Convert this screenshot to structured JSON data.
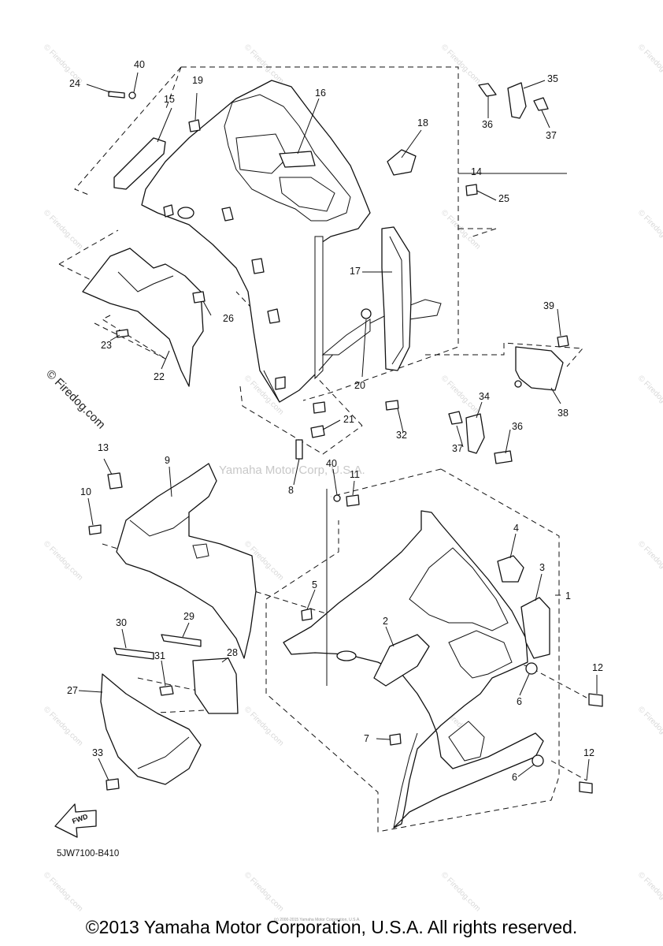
{
  "watermark_main": "Yamaha Motor Corp, U.S.A.",
  "watermark_small": "© Firedog.com",
  "watermark_side": "© Firedog.com",
  "figure_code": "5JW7100-B410",
  "fwd_label": "FWD",
  "copyright_small": "(c) 2000-2015 Yamaha Motor Corporation, U.S.A.",
  "copyright": "©2013 Yamaha Motor Corporation, U.S.A. All rights reserved.",
  "callouts": [
    {
      "id": "c40a",
      "text": "40"
    },
    {
      "id": "c24",
      "text": "24"
    },
    {
      "id": "c19",
      "text": "19"
    },
    {
      "id": "c15",
      "text": "15"
    },
    {
      "id": "c16",
      "text": "16"
    },
    {
      "id": "c18",
      "text": "18"
    },
    {
      "id": "c14",
      "text": "14"
    },
    {
      "id": "c35",
      "text": "35"
    },
    {
      "id": "c36a",
      "text": "36"
    },
    {
      "id": "c37a",
      "text": "37"
    },
    {
      "id": "c25",
      "text": "25"
    },
    {
      "id": "c17",
      "text": "17"
    },
    {
      "id": "c26",
      "text": "26"
    },
    {
      "id": "c23",
      "text": "23"
    },
    {
      "id": "c22",
      "text": "22"
    },
    {
      "id": "c39",
      "text": "39"
    },
    {
      "id": "c38",
      "text": "38"
    },
    {
      "id": "c20",
      "text": "20"
    },
    {
      "id": "c21",
      "text": "21"
    },
    {
      "id": "c32",
      "text": "32"
    },
    {
      "id": "c34",
      "text": "34"
    },
    {
      "id": "c36b",
      "text": "36"
    },
    {
      "id": "c37b",
      "text": "37"
    },
    {
      "id": "c8",
      "text": "8"
    },
    {
      "id": "c13",
      "text": "13"
    },
    {
      "id": "c9",
      "text": "9"
    },
    {
      "id": "c40b",
      "text": "40"
    },
    {
      "id": "c11",
      "text": "11"
    },
    {
      "id": "c10",
      "text": "10"
    },
    {
      "id": "c4",
      "text": "4"
    },
    {
      "id": "c3",
      "text": "3"
    },
    {
      "id": "c1",
      "text": "1"
    },
    {
      "id": "c5",
      "text": "5"
    },
    {
      "id": "c2",
      "text": "2"
    },
    {
      "id": "c30",
      "text": "30"
    },
    {
      "id": "c29",
      "text": "29"
    },
    {
      "id": "c28",
      "text": "28"
    },
    {
      "id": "c31",
      "text": "31"
    },
    {
      "id": "c27",
      "text": "27"
    },
    {
      "id": "c12a",
      "text": "12"
    },
    {
      "id": "c6a",
      "text": "6"
    },
    {
      "id": "c7",
      "text": "7"
    },
    {
      "id": "c33",
      "text": "33"
    },
    {
      "id": "c12b",
      "text": "12"
    },
    {
      "id": "c6b",
      "text": "6"
    }
  ]
}
